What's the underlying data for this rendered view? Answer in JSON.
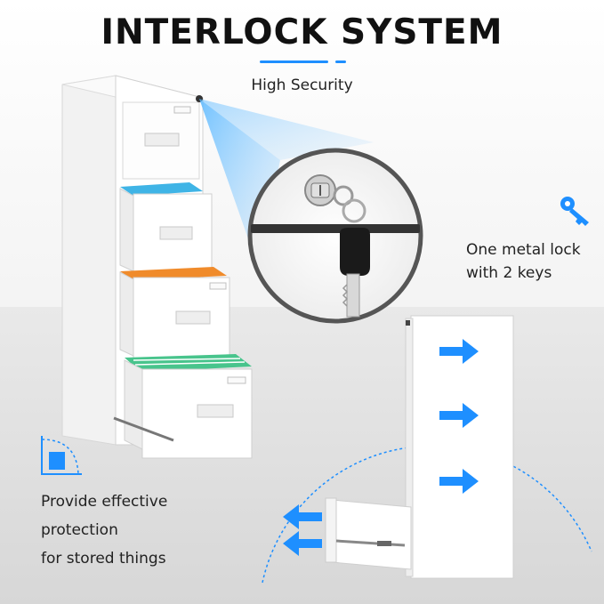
{
  "title": "INTERLOCK SYSTEM",
  "subtitle": "High Security",
  "lock_text": {
    "line1": "One metal lock",
    "line2": "with 2 keys"
  },
  "protection_text": {
    "line1": "Provide effective",
    "line2": "protection",
    "line3": "for stored things"
  },
  "icons": [
    "key-icon",
    "corner-square-icon",
    "push-arrow-icon",
    "pull-arrow-icon"
  ],
  "colors": {
    "accent": "#1e8fff",
    "folder_blue": "#3fb4e6",
    "folder_orange": "#f08b2b",
    "folder_green": "#48c48c"
  }
}
